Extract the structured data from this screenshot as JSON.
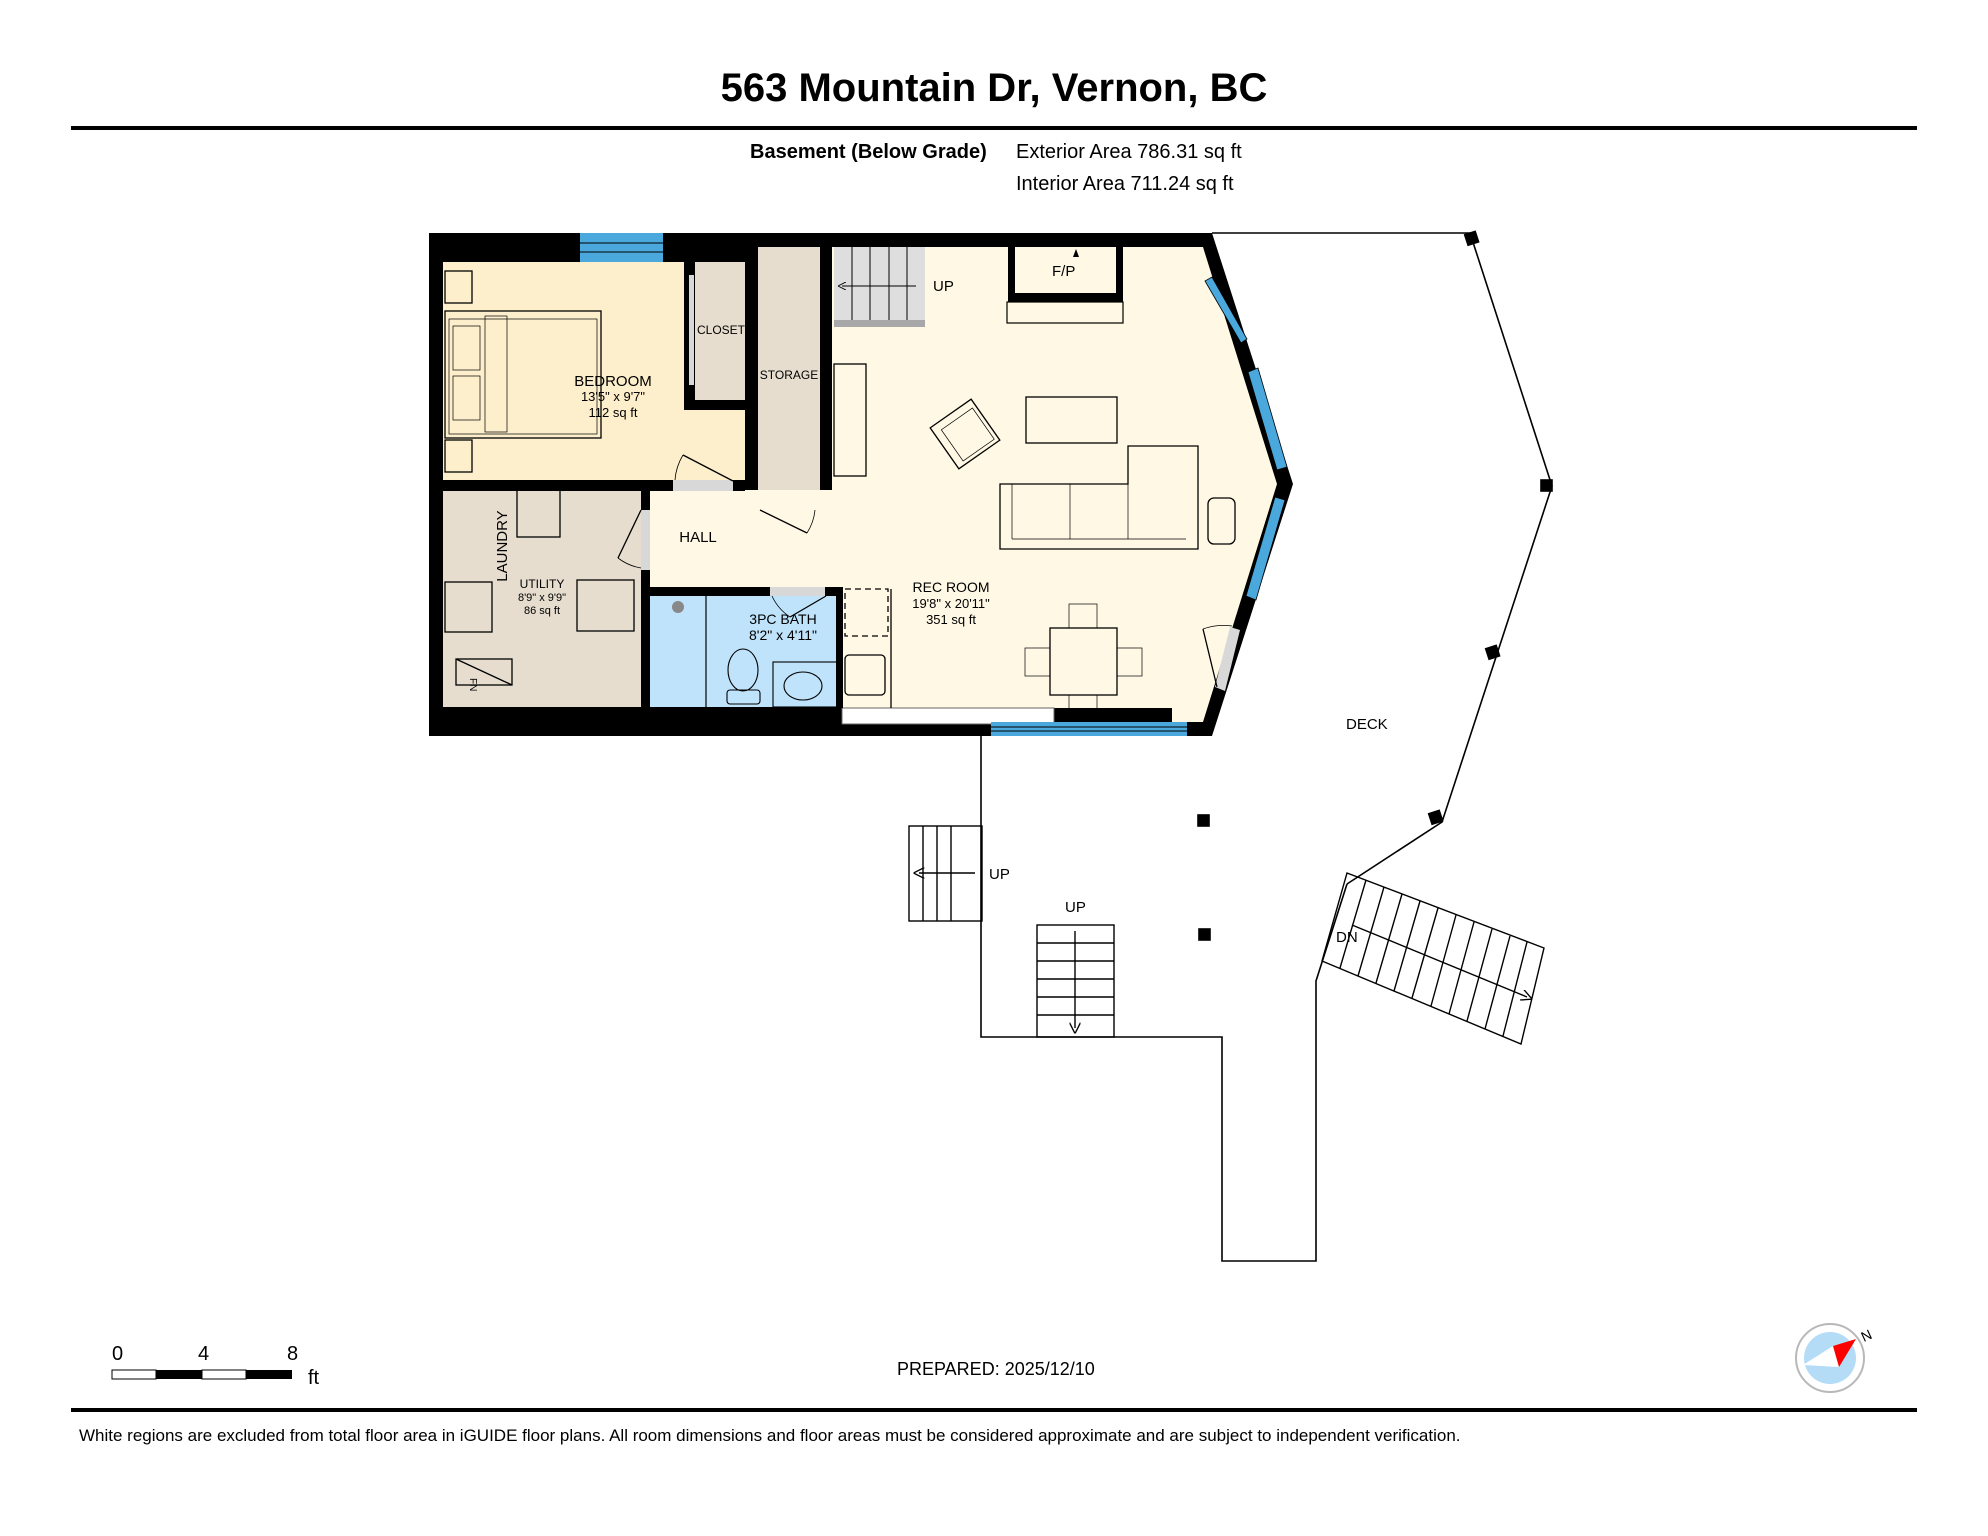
{
  "header": {
    "title": "563 Mountain Dr, Vernon, BC",
    "level": "Basement (Below Grade)",
    "exterior_area": "Exterior Area 786.31 sq ft",
    "interior_area": "Interior Area 711.24 sq ft"
  },
  "rooms": {
    "bedroom": {
      "name": "BEDROOM",
      "dims": "13'5\" x 9'7\"",
      "area": "112 sq ft"
    },
    "closet": {
      "name": "CLOSET"
    },
    "storage": {
      "name": "STORAGE"
    },
    "hall": {
      "name": "HALL"
    },
    "laundry": {
      "name": "LAUNDRY"
    },
    "utility": {
      "name": "UTILITY",
      "dims": "8'9\" x 9'9\"",
      "area": "86 sq ft"
    },
    "bath": {
      "name": "3PC BATH",
      "dims": "8'2\" x 4'11\""
    },
    "rec_room": {
      "name": "REC ROOM",
      "dims": "19'8\" x 20'11\"",
      "area": "351 sq ft"
    },
    "deck": {
      "name": "DECK"
    }
  },
  "labels": {
    "fireplace": "F/P",
    "furnace": "FN",
    "stairs_up_interior": "UP",
    "stairs_up_deck_left": "UP",
    "stairs_up_deck_center": "UP",
    "stairs_down_deck": "DN"
  },
  "scale_bar": {
    "ticks": [
      "0",
      "4",
      "8"
    ],
    "unit": "ft"
  },
  "compass": {
    "label": "N"
  },
  "footer": {
    "prepared": "PREPARED: 2025/12/10",
    "disclaimer": "White regions are excluded from total floor area in iGUIDE floor plans. All room dimensions and floor areas must be considered approximate and are subject to independent verification."
  },
  "colors": {
    "wall": "#000000",
    "window": "#4aa8dc",
    "bedroom_fill": "#fdefcb",
    "rec_fill": "#fef8e4",
    "utility_fill": "#e6ddcf",
    "bath_fill": "#bfe3fb",
    "stair_fill": "#dedede",
    "door_gap": "#d8d8d8",
    "compass_face": "#b4dcf7",
    "compass_needle": "#ff0000"
  }
}
